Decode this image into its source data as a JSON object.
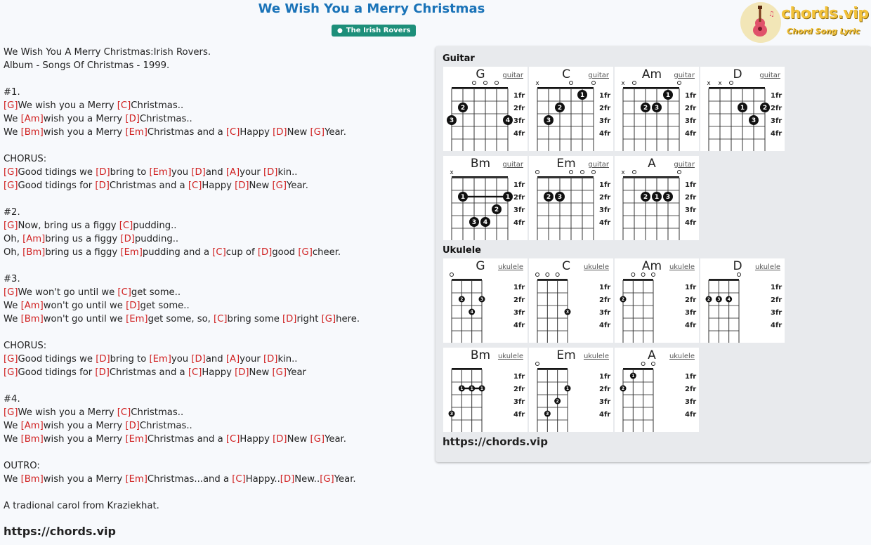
{
  "title": "We Wish You a Merry Christmas",
  "artist": "The Irish Rovers",
  "logo": {
    "brand": "chords.vip",
    "tagline": "Chord Song Lyric"
  },
  "lyrics": [
    [
      {
        "t": "We Wish You A Merry Christmas:Irish Rovers."
      }
    ],
    [
      {
        "t": "Album - Songs Of Christmas - 1999."
      }
    ],
    [],
    [
      {
        "t": "#1."
      }
    ],
    [
      {
        "c": "[G]"
      },
      {
        "t": "We wish you a Merry "
      },
      {
        "c": "[C]"
      },
      {
        "t": "Christmas.."
      }
    ],
    [
      {
        "t": "We "
      },
      {
        "c": "[Am]"
      },
      {
        "t": "wish you a Merry "
      },
      {
        "c": "[D]"
      },
      {
        "t": "Christmas.."
      }
    ],
    [
      {
        "t": "We "
      },
      {
        "c": "[Bm]"
      },
      {
        "t": "wish you a Merry "
      },
      {
        "c": "[Em]"
      },
      {
        "t": "Christmas and a "
      },
      {
        "c": "[C]"
      },
      {
        "t": "Happy "
      },
      {
        "c": "[D]"
      },
      {
        "t": "New "
      },
      {
        "c": "[G]"
      },
      {
        "t": "Year."
      }
    ],
    [],
    [
      {
        "t": "CHORUS:"
      }
    ],
    [
      {
        "c": "[G]"
      },
      {
        "t": "Good tidings we "
      },
      {
        "c": "[D]"
      },
      {
        "t": "bring to "
      },
      {
        "c": "[Em]"
      },
      {
        "t": "you "
      },
      {
        "c": "[D]"
      },
      {
        "t": "and "
      },
      {
        "c": "[A]"
      },
      {
        "t": "your "
      },
      {
        "c": "[D]"
      },
      {
        "t": "kin.."
      }
    ],
    [
      {
        "c": "[G]"
      },
      {
        "t": "Good tidings for "
      },
      {
        "c": "[D]"
      },
      {
        "t": "Christmas and a "
      },
      {
        "c": "[C]"
      },
      {
        "t": "Happy "
      },
      {
        "c": "[D]"
      },
      {
        "t": "New "
      },
      {
        "c": "[G]"
      },
      {
        "t": "Year."
      }
    ],
    [],
    [
      {
        "t": "#2."
      }
    ],
    [
      {
        "c": "[G]"
      },
      {
        "t": "Now, bring us a figgy "
      },
      {
        "c": "[C]"
      },
      {
        "t": "pudding.."
      }
    ],
    [
      {
        "t": "Oh, "
      },
      {
        "c": "[Am]"
      },
      {
        "t": "bring us a figgy "
      },
      {
        "c": "[D]"
      },
      {
        "t": "pudding.."
      }
    ],
    [
      {
        "t": "Oh, "
      },
      {
        "c": "[Bm]"
      },
      {
        "t": "bring us a figgy "
      },
      {
        "c": "[Em]"
      },
      {
        "t": "pudding and a "
      },
      {
        "c": "[C]"
      },
      {
        "t": "cup of "
      },
      {
        "c": "[D]"
      },
      {
        "t": "good "
      },
      {
        "c": "[G]"
      },
      {
        "t": "cheer."
      }
    ],
    [],
    [
      {
        "t": "#3."
      }
    ],
    [
      {
        "c": "[G]"
      },
      {
        "t": "We won't go until we "
      },
      {
        "c": "[C]"
      },
      {
        "t": "get some.."
      }
    ],
    [
      {
        "t": "We "
      },
      {
        "c": "[Am]"
      },
      {
        "t": "won't go until we "
      },
      {
        "c": "[D]"
      },
      {
        "t": "get some.."
      }
    ],
    [
      {
        "t": "We "
      },
      {
        "c": "[Bm]"
      },
      {
        "t": "won't go until we "
      },
      {
        "c": "[Em]"
      },
      {
        "t": "get some, so, "
      },
      {
        "c": "[C]"
      },
      {
        "t": "bring some "
      },
      {
        "c": "[D]"
      },
      {
        "t": "right "
      },
      {
        "c": "[G]"
      },
      {
        "t": "here."
      }
    ],
    [],
    [
      {
        "t": "CHORUS:"
      }
    ],
    [
      {
        "c": "[G]"
      },
      {
        "t": "Good tidings we "
      },
      {
        "c": "[D]"
      },
      {
        "t": "bring to "
      },
      {
        "c": "[Em]"
      },
      {
        "t": "you "
      },
      {
        "c": "[D]"
      },
      {
        "t": "and "
      },
      {
        "c": "[A]"
      },
      {
        "t": "your "
      },
      {
        "c": "[D]"
      },
      {
        "t": "kin.."
      }
    ],
    [
      {
        "c": "[G]"
      },
      {
        "t": "Good tidings for "
      },
      {
        "c": "[D]"
      },
      {
        "t": "Christmas and a "
      },
      {
        "c": "[C]"
      },
      {
        "t": "Happy "
      },
      {
        "c": "[D]"
      },
      {
        "t": "New "
      },
      {
        "c": "[G]"
      },
      {
        "t": "Year"
      }
    ],
    [],
    [
      {
        "t": "#4."
      }
    ],
    [
      {
        "c": "[G]"
      },
      {
        "t": "We wish you a Merry "
      },
      {
        "c": "[C]"
      },
      {
        "t": "Christmas.."
      }
    ],
    [
      {
        "t": "We "
      },
      {
        "c": "[Am]"
      },
      {
        "t": "wish you a Merry "
      },
      {
        "c": "[D]"
      },
      {
        "t": "Christmas.."
      }
    ],
    [
      {
        "t": "We "
      },
      {
        "c": "[Bm]"
      },
      {
        "t": "wish you a Merry "
      },
      {
        "c": "[Em]"
      },
      {
        "t": "Christmas and a "
      },
      {
        "c": "[C]"
      },
      {
        "t": "Happy "
      },
      {
        "c": "[D]"
      },
      {
        "t": "New "
      },
      {
        "c": "[G]"
      },
      {
        "t": "Year."
      }
    ],
    [],
    [
      {
        "t": "OUTRO:"
      }
    ],
    [
      {
        "t": "We "
      },
      {
        "c": "[Bm]"
      },
      {
        "t": "wish you a Merry "
      },
      {
        "c": "[Em]"
      },
      {
        "t": "Christmas...and a "
      },
      {
        "c": "[C]"
      },
      {
        "t": "Happy.."
      },
      {
        "c": "[D]"
      },
      {
        "t": "New.."
      },
      {
        "c": "[G]"
      },
      {
        "t": "Year."
      }
    ],
    [],
    [
      {
        "t": "A tradional carol from Kraziekhat."
      }
    ]
  ],
  "footer_url": "https://chords.vip",
  "panel": {
    "guitar_label": "Guitar",
    "ukulele_label": "Ukulele",
    "url": "https://chords.vip",
    "fret_labels": [
      "1fr",
      "2fr",
      "3fr",
      "4fr"
    ],
    "guitar": [
      {
        "name": "G",
        "type": "guitar",
        "top": [
          "",
          "",
          "o",
          "o",
          "o",
          ""
        ],
        "dots": [
          {
            "s": 1,
            "f": 2,
            "n": "2"
          },
          {
            "s": 0,
            "f": 3,
            "n": "3"
          },
          {
            "s": 5,
            "f": 3,
            "n": "4"
          }
        ],
        "barre": null
      },
      {
        "name": "C",
        "type": "guitar",
        "top": [
          "x",
          "",
          "",
          "o",
          "",
          "o"
        ],
        "dots": [
          {
            "s": 4,
            "f": 1,
            "n": "1"
          },
          {
            "s": 2,
            "f": 2,
            "n": "2"
          },
          {
            "s": 1,
            "f": 3,
            "n": "3"
          }
        ],
        "barre": null
      },
      {
        "name": "Am",
        "type": "guitar",
        "top": [
          "x",
          "o",
          "",
          "",
          "",
          "o"
        ],
        "dots": [
          {
            "s": 4,
            "f": 1,
            "n": "1"
          },
          {
            "s": 2,
            "f": 2,
            "n": "2"
          },
          {
            "s": 3,
            "f": 2,
            "n": "3"
          }
        ],
        "barre": null
      },
      {
        "name": "D",
        "type": "guitar",
        "top": [
          "x",
          "x",
          "o",
          "",
          "",
          ""
        ],
        "dots": [
          {
            "s": 3,
            "f": 2,
            "n": "1"
          },
          {
            "s": 5,
            "f": 2,
            "n": "2"
          },
          {
            "s": 4,
            "f": 3,
            "n": "3"
          }
        ],
        "barre": null
      },
      {
        "name": "Bm",
        "type": "guitar",
        "top": [
          "x",
          "",
          "",
          "",
          "",
          ""
        ],
        "dots": [
          {
            "s": 1,
            "f": 2,
            "n": "1"
          },
          {
            "s": 5,
            "f": 2,
            "n": "1"
          },
          {
            "s": 4,
            "f": 3,
            "n": "2"
          },
          {
            "s": 2,
            "f": 4,
            "n": "3"
          },
          {
            "s": 3,
            "f": 4,
            "n": "4"
          }
        ],
        "barre": {
          "f": 2,
          "from": 1,
          "to": 5
        }
      },
      {
        "name": "Em",
        "type": "guitar",
        "top": [
          "o",
          "",
          "",
          "o",
          "o",
          "o"
        ],
        "dots": [
          {
            "s": 1,
            "f": 2,
            "n": "2"
          },
          {
            "s": 2,
            "f": 2,
            "n": "3"
          }
        ],
        "barre": null
      },
      {
        "name": "A",
        "type": "guitar",
        "top": [
          "x",
          "o",
          "",
          "",
          "",
          "o"
        ],
        "dots": [
          {
            "s": 2,
            "f": 2,
            "n": "2"
          },
          {
            "s": 3,
            "f": 2,
            "n": "1"
          },
          {
            "s": 4,
            "f": 2,
            "n": "3"
          }
        ],
        "barre": null
      }
    ],
    "ukulele": [
      {
        "name": "G",
        "type": "ukulele",
        "top": [
          "o",
          "",
          "",
          ""
        ],
        "dots": [
          {
            "s": 1,
            "f": 2,
            "n": "2"
          },
          {
            "s": 3,
            "f": 2,
            "n": "3"
          },
          {
            "s": 2,
            "f": 3,
            "n": "4"
          }
        ],
        "barre": null
      },
      {
        "name": "C",
        "type": "ukulele",
        "top": [
          "o",
          "o",
          "o",
          ""
        ],
        "dots": [
          {
            "s": 3,
            "f": 3,
            "n": "3"
          }
        ],
        "barre": null
      },
      {
        "name": "Am",
        "type": "ukulele",
        "top": [
          "",
          "o",
          "o",
          "o"
        ],
        "dots": [
          {
            "s": 0,
            "f": 2,
            "n": "2"
          }
        ],
        "barre": null
      },
      {
        "name": "D",
        "type": "ukulele",
        "top": [
          "",
          "",
          "",
          "o"
        ],
        "dots": [
          {
            "s": 0,
            "f": 2,
            "n": "2"
          },
          {
            "s": 1,
            "f": 2,
            "n": "3"
          },
          {
            "s": 2,
            "f": 2,
            "n": "4"
          }
        ],
        "barre": null
      },
      {
        "name": "Bm",
        "type": "ukulele",
        "top": [
          "",
          "",
          "",
          ""
        ],
        "dots": [
          {
            "s": 1,
            "f": 2,
            "n": "1"
          },
          {
            "s": 2,
            "f": 2,
            "n": "1"
          },
          {
            "s": 3,
            "f": 2,
            "n": "1"
          },
          {
            "s": 0,
            "f": 4,
            "n": "3"
          }
        ],
        "barre": {
          "f": 2,
          "from": 1,
          "to": 3
        }
      },
      {
        "name": "Em",
        "type": "ukulele",
        "top": [
          "o",
          "",
          "",
          ""
        ],
        "dots": [
          {
            "s": 3,
            "f": 2,
            "n": "1"
          },
          {
            "s": 2,
            "f": 3,
            "n": "2"
          },
          {
            "s": 1,
            "f": 4,
            "n": "3"
          }
        ],
        "barre": null
      },
      {
        "name": "A",
        "type": "ukulele",
        "top": [
          "",
          "",
          "o",
          "o"
        ],
        "dots": [
          {
            "s": 1,
            "f": 1,
            "n": "1"
          },
          {
            "s": 0,
            "f": 2,
            "n": "2"
          }
        ],
        "barre": null
      }
    ]
  },
  "colors": {
    "title": "#1a73b8",
    "badge": "#1d8f7a",
    "chord": "#d02020",
    "panel_bg": "#e8eaed",
    "logo_yellow": "#f3c23a"
  }
}
